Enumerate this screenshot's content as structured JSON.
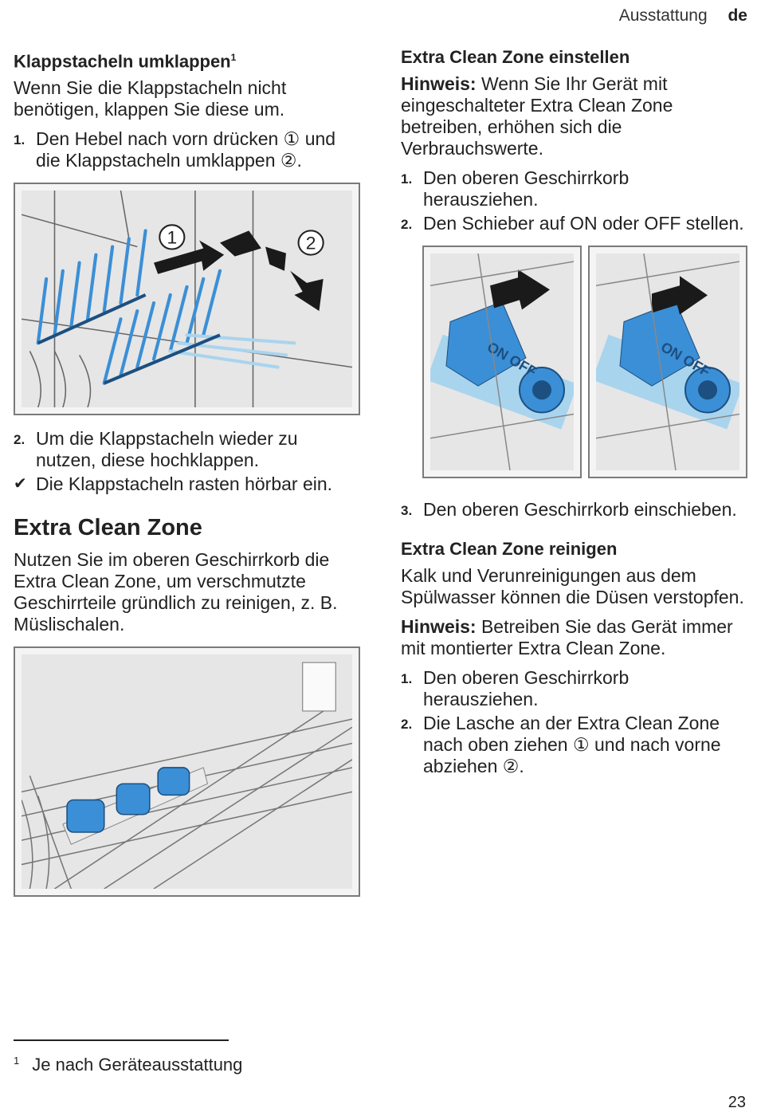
{
  "header": {
    "section": "Ausstattung",
    "lang": "de"
  },
  "left": {
    "h1": "Klappstacheln umklappen",
    "h1_sup": "1",
    "intro": "Wenn Sie die Klappstacheln nicht benötigen, klappen Sie diese um.",
    "steps_a": [
      {
        "n": "1.",
        "text": "Den Hebel nach vorn drücken ① und die Klappstacheln umklappen ②."
      }
    ],
    "fig1_labels": [
      "1",
      "2"
    ],
    "steps_b": [
      {
        "n": "2.",
        "text": "Um die Klappstacheln wieder zu nutzen, diese hochklappen."
      }
    ],
    "result": "Die Klappstacheln rasten hörbar ein.",
    "h2": "Extra Clean Zone",
    "para2": "Nutzen Sie im oberen Geschirrkorb die Extra Clean Zone, um verschmutzte Geschirrteile gründlich zu reinigen, z. B. Müslischalen."
  },
  "right": {
    "h1": "Extra Clean Zone einstellen",
    "note1_label": "Hinweis:",
    "note1": " Wenn Sie Ihr Gerät mit eingeschalteter Extra Clean Zone betreiben, erhöhen sich die Verbrauchswerte.",
    "steps_a": [
      {
        "n": "1.",
        "text": "Den oberen Geschirrkorb herausziehen."
      },
      {
        "n": "2.",
        "text": "Den Schieber auf ON oder OFF stellen."
      }
    ],
    "switch_label": "ON OFF",
    "steps_b": [
      {
        "n": "3.",
        "text": "Den oberen Geschirrkorb einschieben."
      }
    ],
    "h2": "Extra Clean Zone reinigen",
    "para2": "Kalk und Verunreinigungen aus dem Spülwasser können die Düsen verstopfen.",
    "note2_label": "Hinweis:",
    "note2": " Betreiben Sie das Gerät immer mit montierter Extra Clean Zone.",
    "steps_c": [
      {
        "n": "1.",
        "text": "Den oberen Geschirrkorb herausziehen."
      },
      {
        "n": "2.",
        "text": "Die Lasche an der Extra Clean Zone nach oben ziehen ① und nach vorne abziehen ②."
      }
    ]
  },
  "footnote": {
    "mark": "1",
    "text": "Je nach Geräteausstattung"
  },
  "page_number": "23",
  "colors": {
    "spray_blue": "#3b8fd6",
    "light_blue": "#a9d4ee",
    "arrow": "#1a1a1a"
  }
}
